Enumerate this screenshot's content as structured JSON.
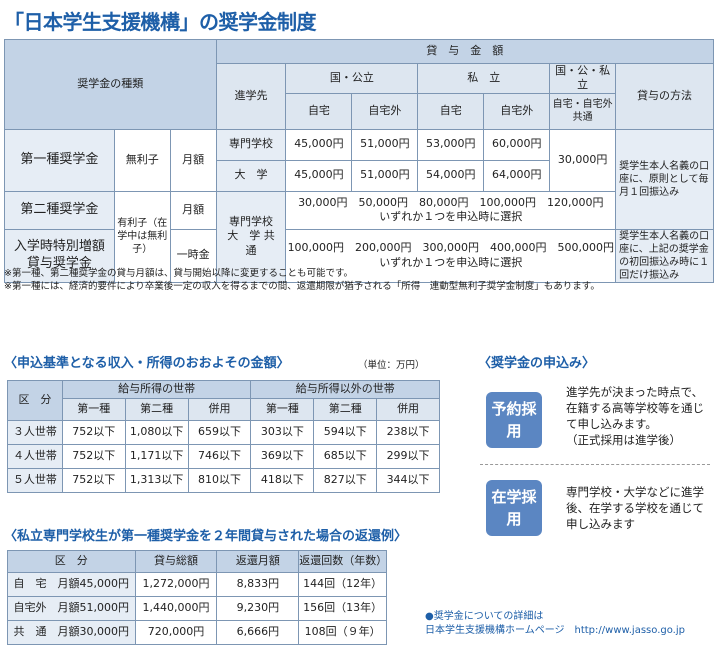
{
  "title": "「日本学生支援機構」の奨学金制度",
  "main_table": {
    "h_type": "奨学金の種類",
    "h_amount": "貸　与　金　額",
    "h_school": "進学先",
    "h_national": "国・公立",
    "h_private": "私　立",
    "h_common": "国・公・私立",
    "h_method": "貸与の方法",
    "h_home": "自宅",
    "h_away": "自宅外",
    "h_both": "自宅・自宅外共通",
    "r1_name": "第一種奨学金",
    "r1_interest": "無利子",
    "r1_period": "月額",
    "r1a_school": "専門学校",
    "r1a_v": [
      "45,000円",
      "51,000円",
      "53,000円",
      "60,000円"
    ],
    "r1b_school": "大　学",
    "r1b_v": [
      "45,000円",
      "51,000円",
      "54,000円",
      "64,000円"
    ],
    "r1_common": "30,000円",
    "r1_method": "奨学生本人名義の口座に、原則として毎月１回振込み",
    "r2_name": "第二種奨学金",
    "r23_interest": "有利子（在学中は無利子）",
    "r2_period": "月額",
    "r23_school": "専門学校 大　学 共通",
    "r2_amounts": "30,000円　50,000円　80,000円　100,000円　120,000円",
    "r2_select": "いずれか１つを申込時に選択",
    "r3_name": "入学時特別増額貸与奨学金",
    "r3_period": "一時金",
    "r3_amounts": "100,000円　200,000円　300,000円　400,000円　500,000円",
    "r3_select": "いずれか１つを申込時に選択",
    "r3_method": "奨学生本人名義の口座に、上記の奨学金の初回振込み時に１回だけ振込み"
  },
  "notes": [
    "※第一種、第二種奨学金の貸与月額は、貸与開始以降に変更することも可能です。",
    "※第一種には、経済的要件により卒業後一定の収入を得るまでの間、返還期限が猶予される「所得　連動型無利子奨学金制度」もあります。"
  ],
  "income": {
    "heading": "〈申込基準となる収入・所得のおおよその金額〉",
    "unit": "（単位：万円）",
    "h_class": "区　分",
    "h_salary": "給与所得の世帯",
    "h_other": "給与所得以外の世帯",
    "cols": [
      "第一種",
      "第二種",
      "併用",
      "第一種",
      "第二種",
      "併用"
    ],
    "rows": [
      {
        "label": "３人世帯",
        "v": [
          "752以下",
          "1,080以下",
          "659以下",
          "303以下",
          "594以下",
          "238以下"
        ]
      },
      {
        "label": "４人世帯",
        "v": [
          "752以下",
          "1,171以下",
          "746以下",
          "369以下",
          "685以下",
          "299以下"
        ]
      },
      {
        "label": "５人世帯",
        "v": [
          "752以下",
          "1,313以下",
          "810以下",
          "418以下",
          "827以下",
          "344以下"
        ]
      }
    ]
  },
  "repay": {
    "heading": "〈私立専門学校生が第一種奨学金を２年間貸与された場合の返還例〉",
    "headers": [
      "区　分",
      "貸与総額",
      "返還月額",
      "返還回数（年数）"
    ],
    "rows": [
      {
        "label": "自　宅　月額45,000円",
        "total": "1,272,000円",
        "monthly": "8,833円",
        "count": "144回（12年）"
      },
      {
        "label": "自宅外　月額51,000円",
        "total": "1,440,000円",
        "monthly": "9,230円",
        "count": "156回（13年）"
      },
      {
        "label": "共　通　月額30,000円",
        "total": "720,000円",
        "monthly": "6,666円",
        "count": "108回（９年）"
      }
    ]
  },
  "apply": {
    "heading": "〈奨学金の申込み〉",
    "badge1": "予約採用",
    "text1a": "進学先が決まった時点で、在籍する高等学校等を通じて申し込みます。",
    "text1b": "（正式採用は進学後）",
    "badge2": "在学採用",
    "text2": "専門学校・大学などに進学後、在学する学校を通じて申し込みます"
  },
  "footer": {
    "line1": "●奨学金についての詳細は",
    "line2": "日本学生支援機構ホームページ　http://www.jasso.go.jp"
  },
  "colors": {
    "accent": "#1e5fa8",
    "header_bg": "#c3d3e6",
    "badge": "#5b86c2"
  }
}
